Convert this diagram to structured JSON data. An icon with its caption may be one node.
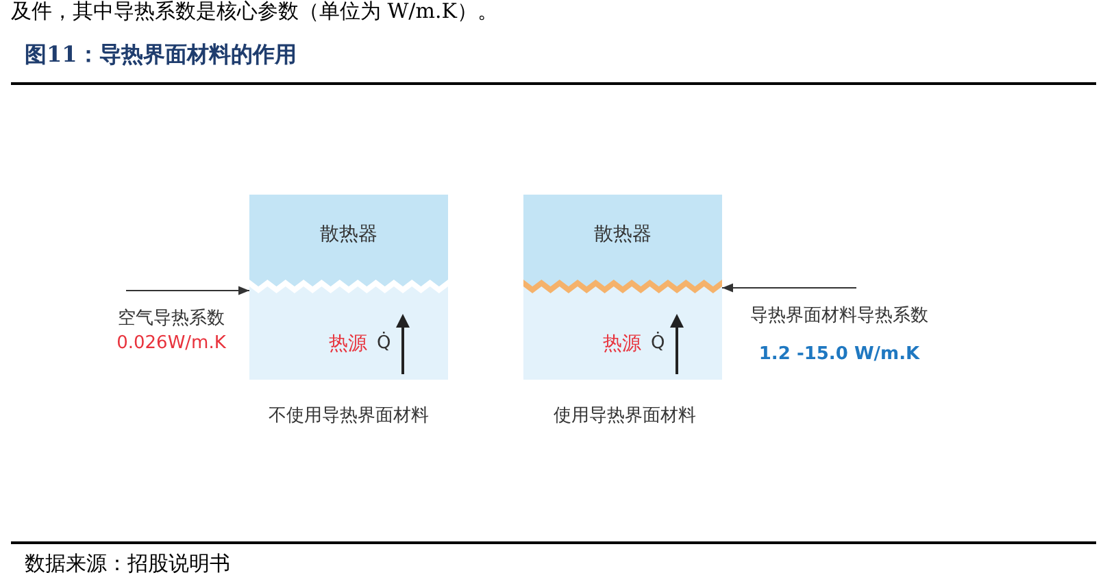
{
  "diagram": {
    "title": "图11：导热界面材料的作用",
    "nodes": [
      {
        "text": [
          "散热器"
        ]
      },
      {
        "text": [],
        "shape": "bar"
      },
      {
        "text": [
          "热源",
          "Q̇"
        ]
      },
      {
        "text": [
          "空气导热系数",
          "0.026W/m.K"
        ]
      },
      {
        "text": [
          "散热器"
        ]
      },
      {
        "text": [],
        "shape": "bar"
      },
      {
        "text": [
          "热源",
          "Q̇"
        ]
      },
      {
        "text": [
          "导热界面材料导热系数",
          "1.2 -15.0 W/m.K"
        ]
      }
    ],
    "edges": [
      {
        "from": 3,
        "to": 1,
        "arrow": "to"
      },
      {
        "from": 7,
        "to": 5,
        "arrow": "to"
      }
    ],
    "labels": [
      "及件，其中导热系数是核心参数（单位为 W/m.K）。",
      "不使用导热界面材料",
      "使用导热界面材料",
      "数据来源：招股说明书"
    ]
  }
}
